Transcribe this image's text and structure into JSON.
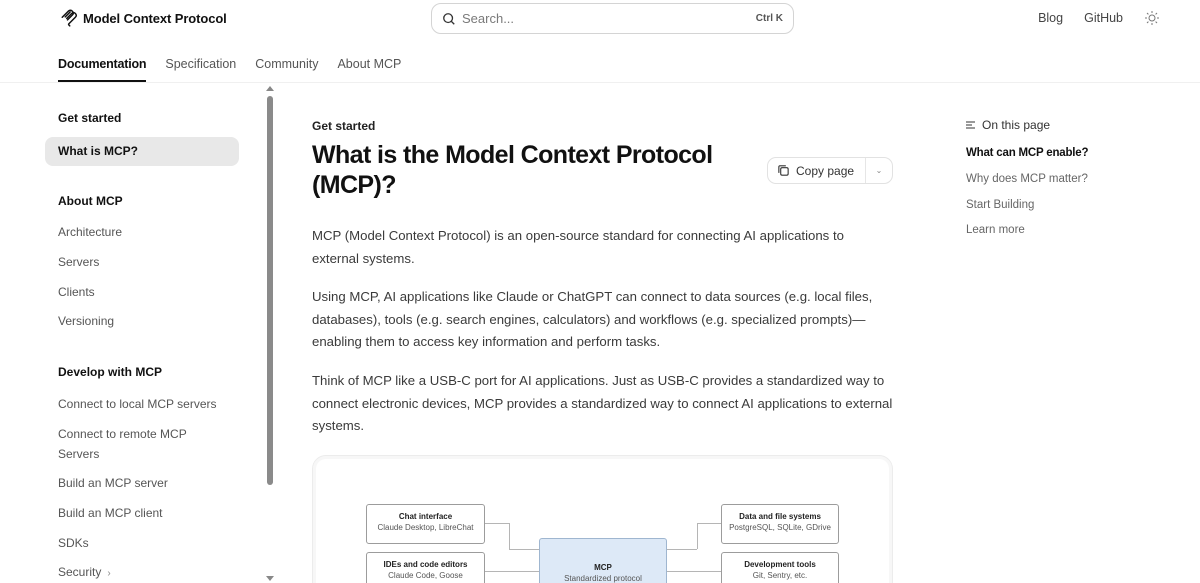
{
  "header": {
    "brand": "Model Context Protocol",
    "search": {
      "placeholder": "Search...",
      "shortcut": "Ctrl K"
    },
    "links": [
      {
        "label": "Blog"
      },
      {
        "label": "GitHub"
      }
    ],
    "theme_icon": "sun-icon"
  },
  "tabs": [
    {
      "label": "Documentation",
      "active": true
    },
    {
      "label": "Specification"
    },
    {
      "label": "Community"
    },
    {
      "label": "About MCP"
    }
  ],
  "sidebar": {
    "sections": [
      {
        "title": "Get started",
        "items": [
          {
            "label": "What is MCP?",
            "active": true
          }
        ]
      },
      {
        "title": "About MCP",
        "items": [
          {
            "label": "Architecture"
          },
          {
            "label": "Servers"
          },
          {
            "label": "Clients"
          },
          {
            "label": "Versioning"
          }
        ]
      },
      {
        "title": "Develop with MCP",
        "items": [
          {
            "label": "Connect to local MCP servers"
          },
          {
            "label": "Connect to remote MCP Servers"
          },
          {
            "label": "Build an MCP server"
          },
          {
            "label": "Build an MCP client"
          },
          {
            "label": "SDKs"
          },
          {
            "label": "Security",
            "chevron": "›"
          }
        ]
      }
    ]
  },
  "main": {
    "eyebrow": "Get started",
    "title": "What is the Model Context Protocol (MCP)?",
    "copy_button": {
      "label": "Copy page",
      "caret": "⌄"
    },
    "paragraphs": [
      "MCP (Model Context Protocol) is an open-source standard for connecting AI applications to external systems.",
      "Using MCP, AI applications like Claude or ChatGPT can connect to data sources (e.g. local files, databases), tools (e.g. search engines, calculators) and workflows (e.g. specialized prompts)—enabling them to access key information and perform tasks.",
      "Think of MCP like a USB-C port for AI applications. Just as USB-C provides a standardized way to connect electronic devices, MCP provides a standardized way to connect AI applications to external systems."
    ],
    "diagram": {
      "left": [
        {
          "title": "Chat interface",
          "subtitle": "Claude Desktop, LibreChat"
        },
        {
          "title": "IDEs and code editors",
          "subtitle": "Claude Code, Goose"
        }
      ],
      "center": {
        "title": "MCP",
        "subtitle": "Standardized protocol"
      },
      "right": [
        {
          "title": "Data and file systems",
          "subtitle": "PostgreSQL, SQLite, GDrive"
        },
        {
          "title": "Development tools",
          "subtitle": "Git, Sentry, etc."
        }
      ],
      "colors": {
        "mcp_fill": "#dde9f7",
        "box_border": "#9c9c9c"
      }
    }
  },
  "toc": {
    "heading": "On this page",
    "items": [
      {
        "label": "What can MCP enable?",
        "active": true
      },
      {
        "label": "Why does MCP matter?"
      },
      {
        "label": "Start Building"
      },
      {
        "label": "Learn more"
      }
    ]
  }
}
